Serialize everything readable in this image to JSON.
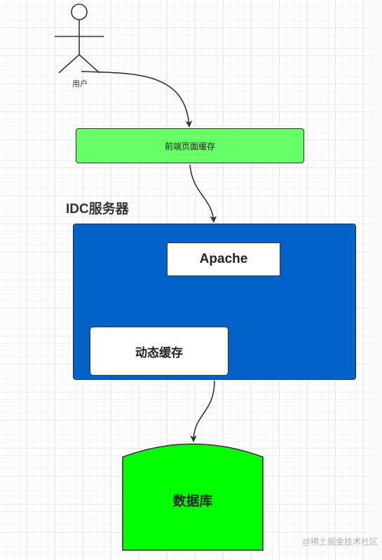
{
  "nodes": {
    "user": "用户",
    "frontend_cache": "前端页面缓存",
    "idc_title": "IDC服务器",
    "apache": "Apache",
    "dynamic_cache": "动态缓存",
    "database": "数据库"
  },
  "colors": {
    "frontend_fill": "#66ff66",
    "idc_fill": "#0062c7",
    "database_fill": "#00ff00",
    "edge": "#333333"
  },
  "watermark": "@稀土掘金技术社区"
}
